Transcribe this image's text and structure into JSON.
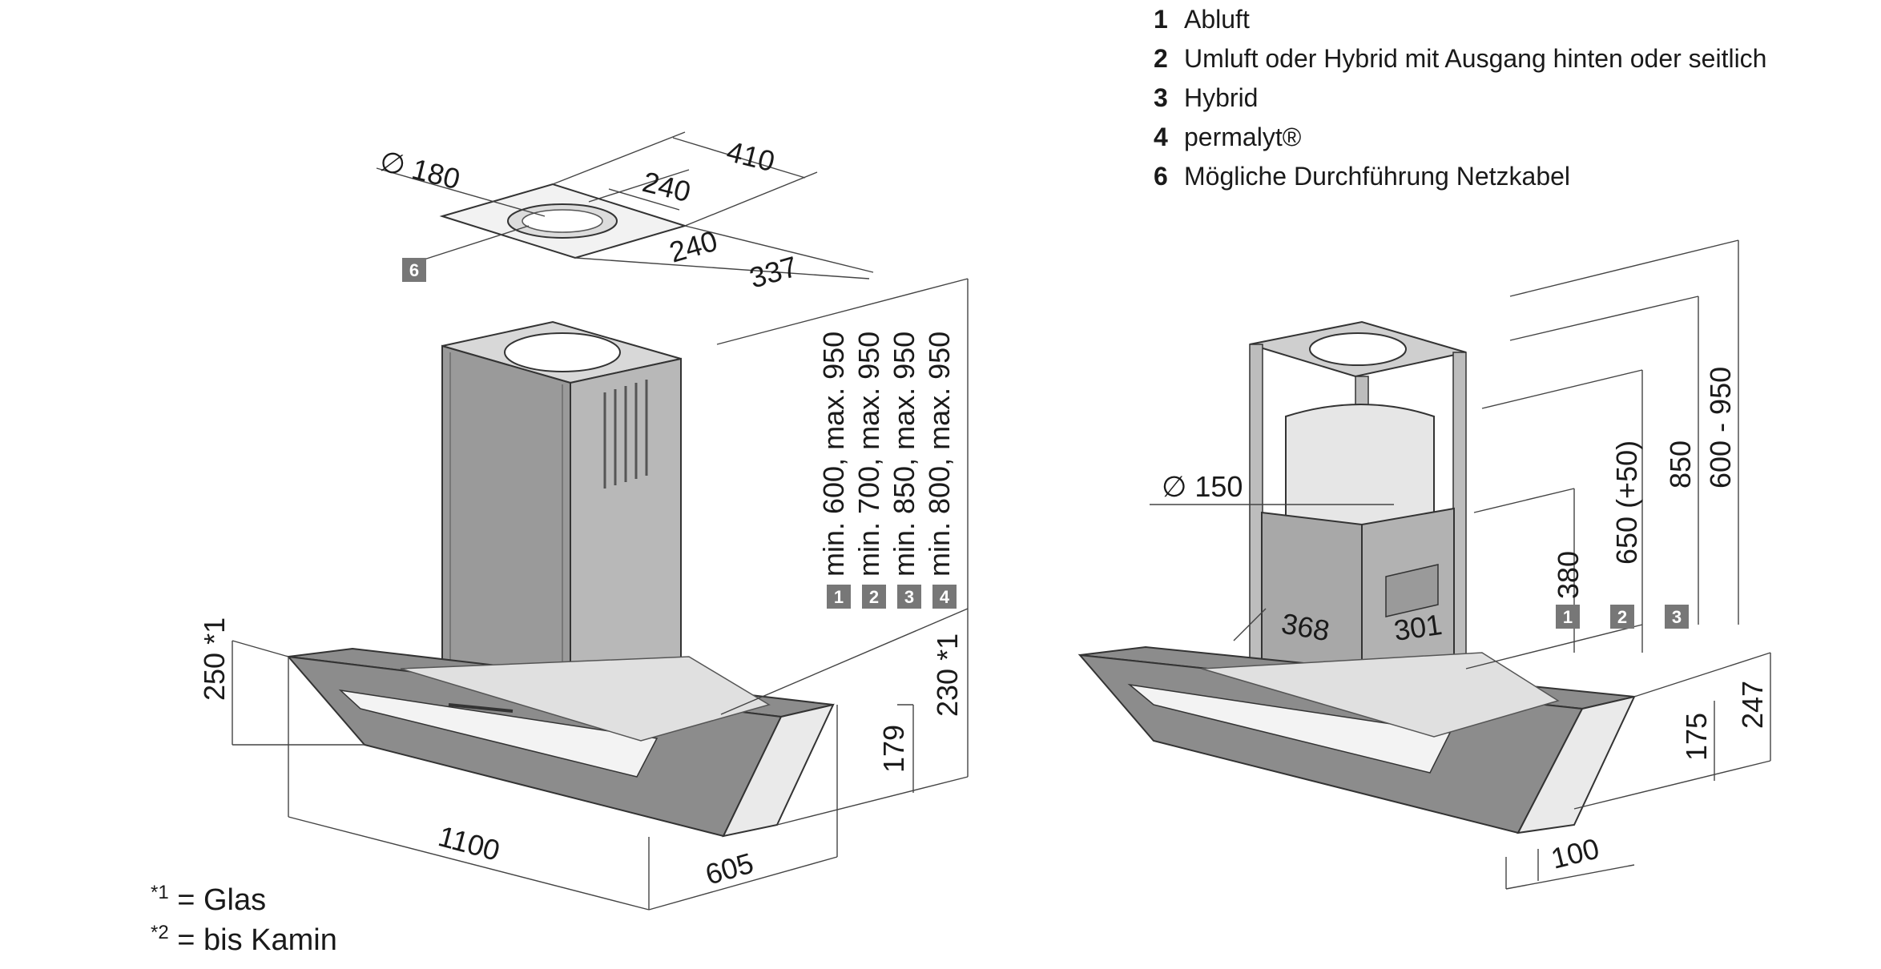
{
  "legend": [
    {
      "num": "1",
      "label": "Abluft"
    },
    {
      "num": "2",
      "label": "Umluft oder Hybrid mit Ausgang hinten oder seitlich"
    },
    {
      "num": "3",
      "label": "Hybrid"
    },
    {
      "num": "4",
      "label": "permalyt®"
    },
    {
      "num": "6",
      "label": "Mögliche Durchführung Netzkabel"
    }
  ],
  "footnotes": [
    {
      "mark": "*1",
      "text": " = Glas"
    },
    {
      "mark": "*2",
      "text": " = bis Kamin"
    }
  ],
  "left_view": {
    "ceiling_plate": {
      "diameter": "∅ 180",
      "dim_410": "410",
      "dim_240_top": "240",
      "dim_240_bottom": "240",
      "dim_337": "337",
      "badge_6": "6"
    },
    "height_options": [
      {
        "text": "min. 600, max. 950",
        "badge": "1"
      },
      {
        "text": "min. 700, max. 950",
        "badge": "2"
      },
      {
        "text": "min. 850, max. 950",
        "badge": "3"
      },
      {
        "text": "min. 800, max. 950",
        "badge": "4"
      }
    ],
    "dim_250": "250 *1",
    "dim_230": "230 *1",
    "dim_179": "179",
    "dim_1100": "1100",
    "dim_605": "605"
  },
  "right_view": {
    "diameter": "∅ 150",
    "dim_380": "380",
    "dim_650": "650 (+50)",
    "dim_850": "850",
    "dim_600_950": "600 - 950",
    "badges": [
      "1",
      "2",
      "3"
    ],
    "dim_368": "368",
    "dim_301": "301",
    "dim_175": "175",
    "dim_247": "247",
    "dim_100": "100"
  },
  "colors": {
    "hood_body": "#8c8c8c",
    "chimney_front": "#999999",
    "chimney_side": "#b5b5b5",
    "badge": "#777777",
    "line": "#444444"
  }
}
